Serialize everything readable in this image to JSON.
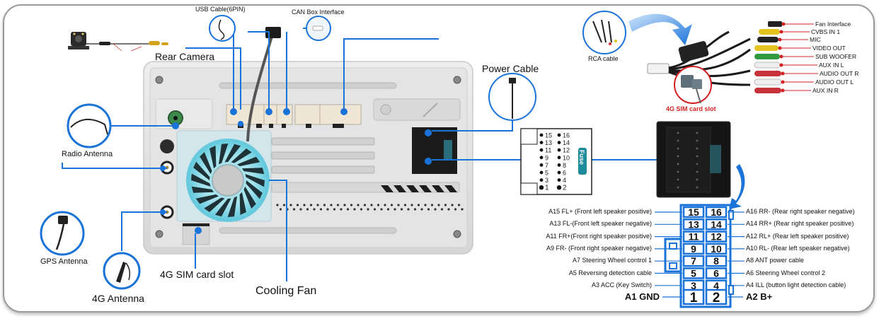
{
  "colors": {
    "accent_blue": "#1a73d9",
    "red_label": "#d42020",
    "teal": "#1e8c9a",
    "pin_border": "#1a73d9"
  },
  "left_labels": {
    "rear_camera": "Rear Camera",
    "radio_antenna": "Radio Antenna",
    "gps_antenna": "GPS Antenna",
    "antenna_4g": "4G Antenna",
    "sim_slot": "4G SIM card slot",
    "cooling_fan": "Cooling Fan"
  },
  "top_labels": {
    "usb_cable": "USB Cable(6PIN)",
    "can_box": "CAN Box Interface",
    "power_cable": "Power Cable",
    "rca_cable": "RCA cable"
  },
  "rca_outputs": [
    "Fan Interface",
    "CVBS IN 1",
    "MIC",
    "VIDEO OUT",
    "SUB WOOFER",
    "AUX IN L",
    "AUDIO OUT R",
    "AUDIO OUT L",
    "AUX IN R"
  ],
  "rca_sim_label": "4G SIM card slot",
  "fuse_box": {
    "label": "Fuse",
    "left_pins": [
      "15",
      "13",
      "11",
      "9",
      "7",
      "5",
      "3",
      "1"
    ],
    "right_pins": [
      "16",
      "14",
      "12",
      "10",
      "8",
      "6",
      "4",
      "2"
    ]
  },
  "pinout": {
    "rows": [
      {
        "left_pin": "15",
        "right_pin": "16",
        "left_label": "A15 FL+ (Front left speaker positive)",
        "right_label": "A16 RR- (Rear right speaker negative)"
      },
      {
        "left_pin": "13",
        "right_pin": "14",
        "left_label": "A13  FL-(Front left speaker negative)",
        "right_label": "A14 RR+ (Rear right speaker positive)"
      },
      {
        "left_pin": "11",
        "right_pin": "12",
        "left_label": "A11 FR+(Front right speaker positive)",
        "right_label": "A12 RL+ (Rear left speaker positive)"
      },
      {
        "left_pin": "9",
        "right_pin": "10",
        "left_label": "A9 FR- (Front right speaker negative)",
        "right_label": "A10  RL- (Rear left speaker negative)"
      },
      {
        "left_pin": "7",
        "right_pin": "8",
        "left_label": "A7 Steering Wheel control 1",
        "right_label": "A8  ANT power cable"
      },
      {
        "left_pin": "5",
        "right_pin": "6",
        "left_label": "A5 Reversing detection cable",
        "right_label": "A6  Steering Wheel control 2"
      },
      {
        "left_pin": "3",
        "right_pin": "4",
        "left_label": "A3 ACC (Key Switch)",
        "right_label": "A4  ILL (button light detection cable)"
      },
      {
        "left_pin": "1",
        "right_pin": "2",
        "left_label": "A1 GND",
        "right_label": "A2  B+"
      }
    ]
  }
}
